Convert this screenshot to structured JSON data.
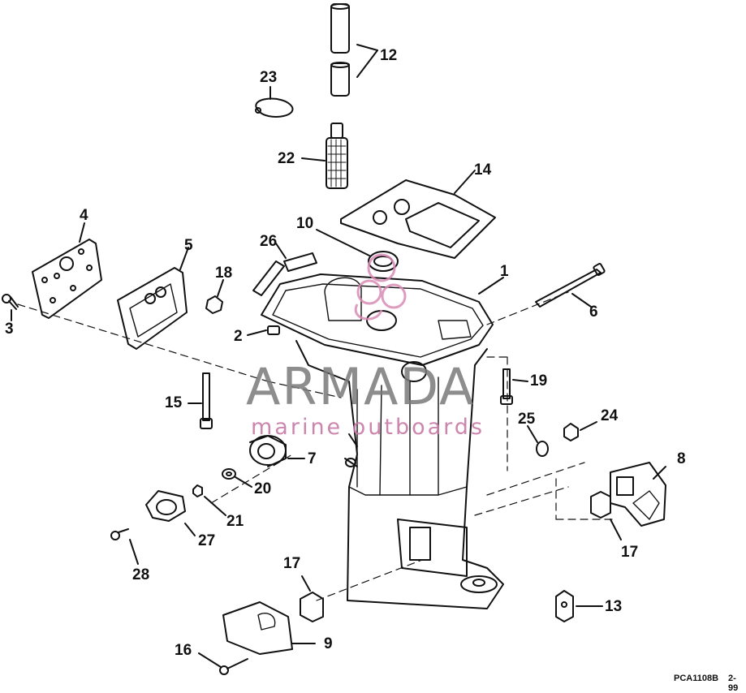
{
  "callouts": {
    "c1": "1",
    "c2": "2",
    "c3": "3",
    "c4": "4",
    "c5": "5",
    "c6": "6",
    "c7": "7",
    "c8": "8",
    "c9": "9",
    "c10": "10",
    "c12": "12",
    "c13": "13",
    "c14": "14",
    "c15": "15",
    "c16": "16",
    "c17a": "17",
    "c17b": "17",
    "c18": "18",
    "c19": "19",
    "c20": "20",
    "c21": "21",
    "c22": "22",
    "c23": "23",
    "c24": "24",
    "c25": "25",
    "c26": "26",
    "c27": "27",
    "c28": "28"
  },
  "watermark": {
    "title": "ARMADA",
    "subtitle": "marine outboards",
    "logo_color": "#d98bb4"
  },
  "footer": {
    "code": "PCA1108B",
    "date": "2-99"
  }
}
